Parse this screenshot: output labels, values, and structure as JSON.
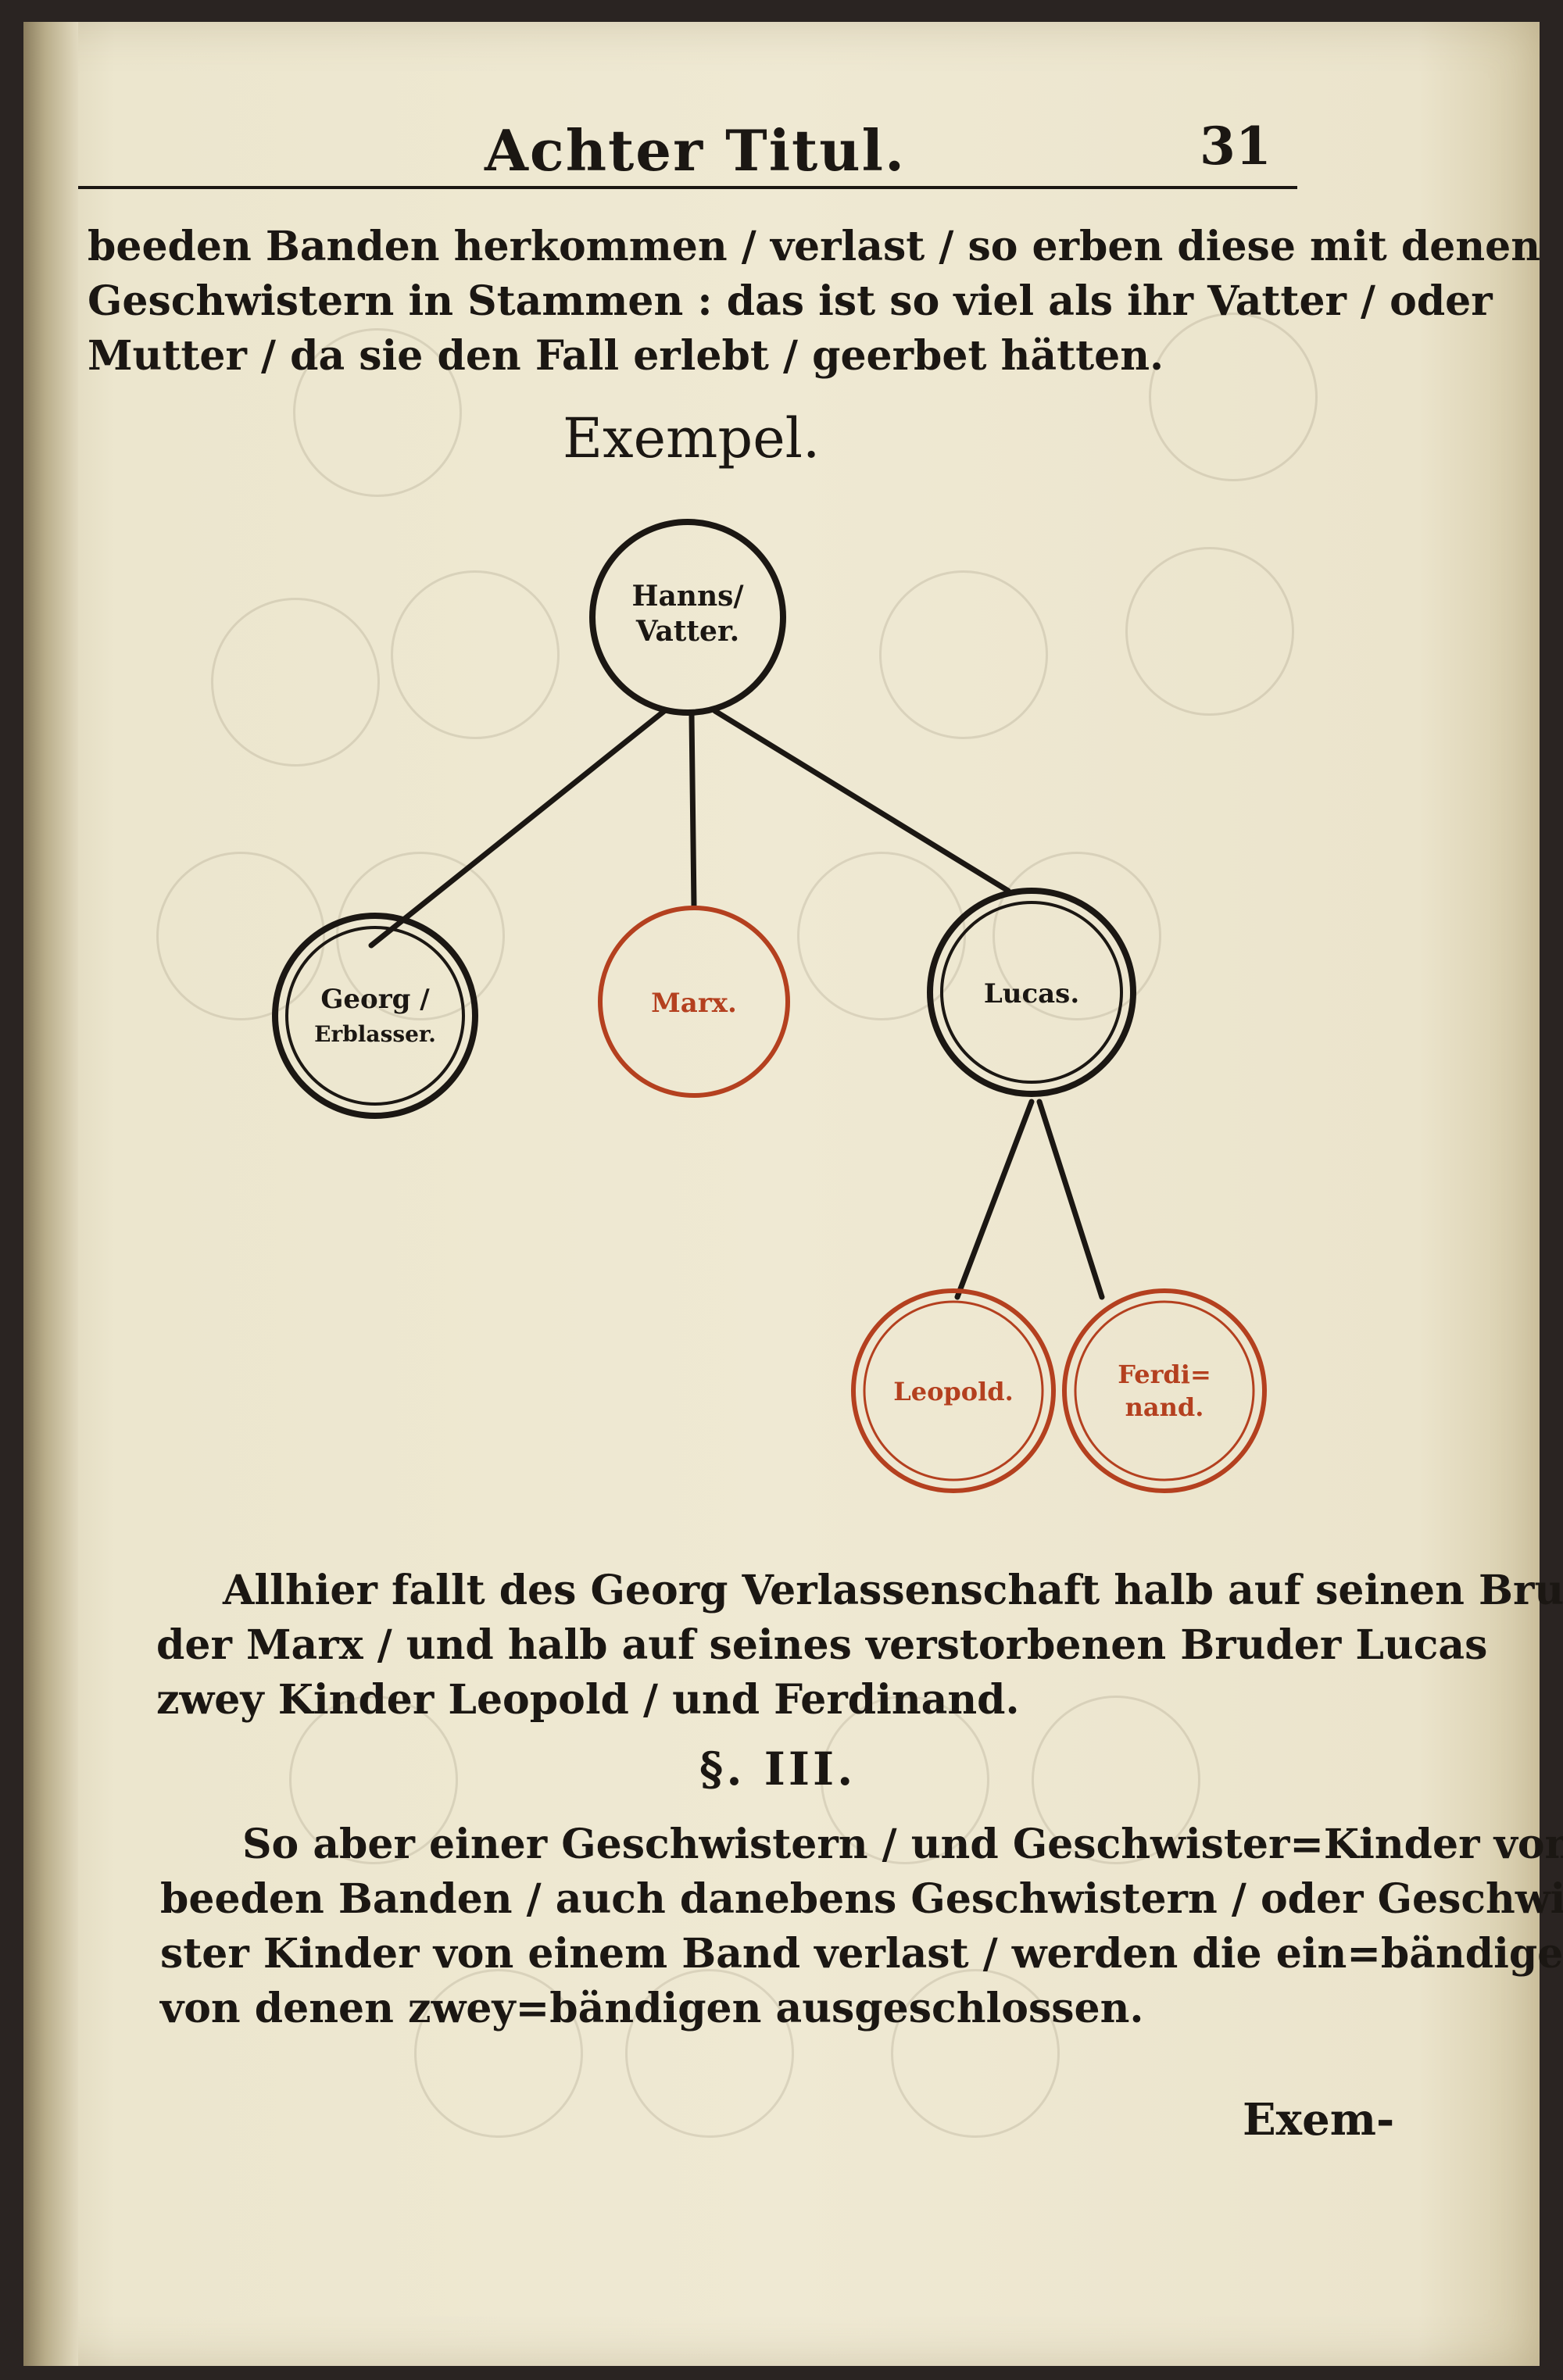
{
  "header": {
    "title": "Achter Titul.",
    "page_number": "31"
  },
  "intro_lines": [
    "beeden Banden herkommen / verlast / so erben diese mit denen",
    "Geschwistern in Stammen : das ist so viel als ihr Vatter / oder",
    "Mutter / da sie den Fall erlebt / geerbet hätten."
  ],
  "example_heading": "Exempel.",
  "diagram": {
    "root": {
      "line1": "Hanns/",
      "line2": "Vatter."
    },
    "children": [
      {
        "line1": "Georg /",
        "line2": "Erblasser."
      },
      {
        "line1": "Marx."
      },
      {
        "line1": "Lucas."
      }
    ],
    "grandchildren": [
      {
        "line1": "Leopold."
      },
      {
        "line1": "Ferdi=",
        "line2": "nand."
      }
    ],
    "colors": {
      "ink": "#1b1713",
      "red": "#b4401f"
    }
  },
  "explanation_lines": [
    "Allhier fallt des Georg Verlassenschaft halb auf seinen Bru=",
    "der Marx / und halb auf seines verstorbenen Bruder Lucas",
    "zwey Kinder Leopold / und Ferdinand."
  ],
  "section_heading": "§. III.",
  "rule_lines": [
    "So aber einer Geschwistern / und Geschwister=Kinder von",
    "beeden Banden / auch danebens Geschwistern / oder Geschwi=",
    "ster Kinder von einem Band verlast / werden die ein=bändige",
    "von denen zwey=bändigen ausgeschlossen."
  ],
  "catchword": "Exem-"
}
